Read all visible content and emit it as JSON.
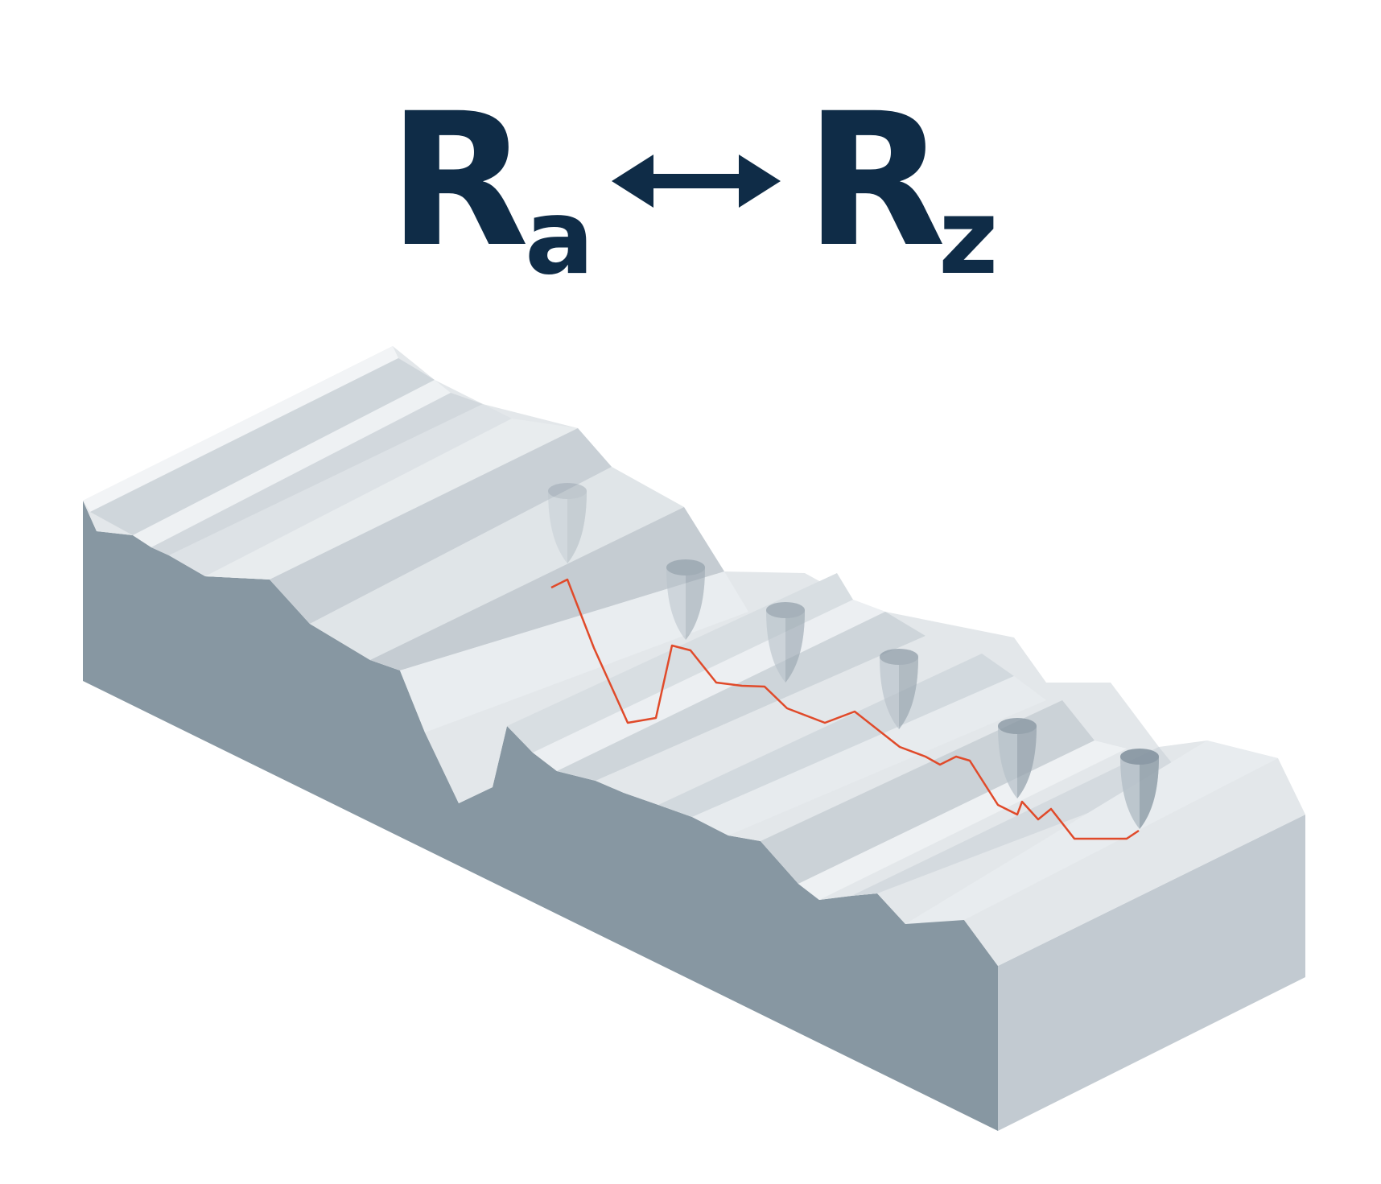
{
  "formula": {
    "left_symbol": "R",
    "left_subscript": "a",
    "arrow": "double-arrow-icon",
    "right_symbol": "R",
    "right_subscript": "z"
  },
  "colors": {
    "text": "#0f2c47",
    "profile_trace": "#e04a2a",
    "block_side": "#8797a2",
    "block_end": "#c2cad1",
    "top_light": "#e6eaed",
    "top_mid": "#d6dce0",
    "top_shade": "#c5ccd2",
    "stylus": "#b8c2ca"
  },
  "illustration": {
    "stylus_positions": 6,
    "icon": "stylus-probe-icon"
  }
}
